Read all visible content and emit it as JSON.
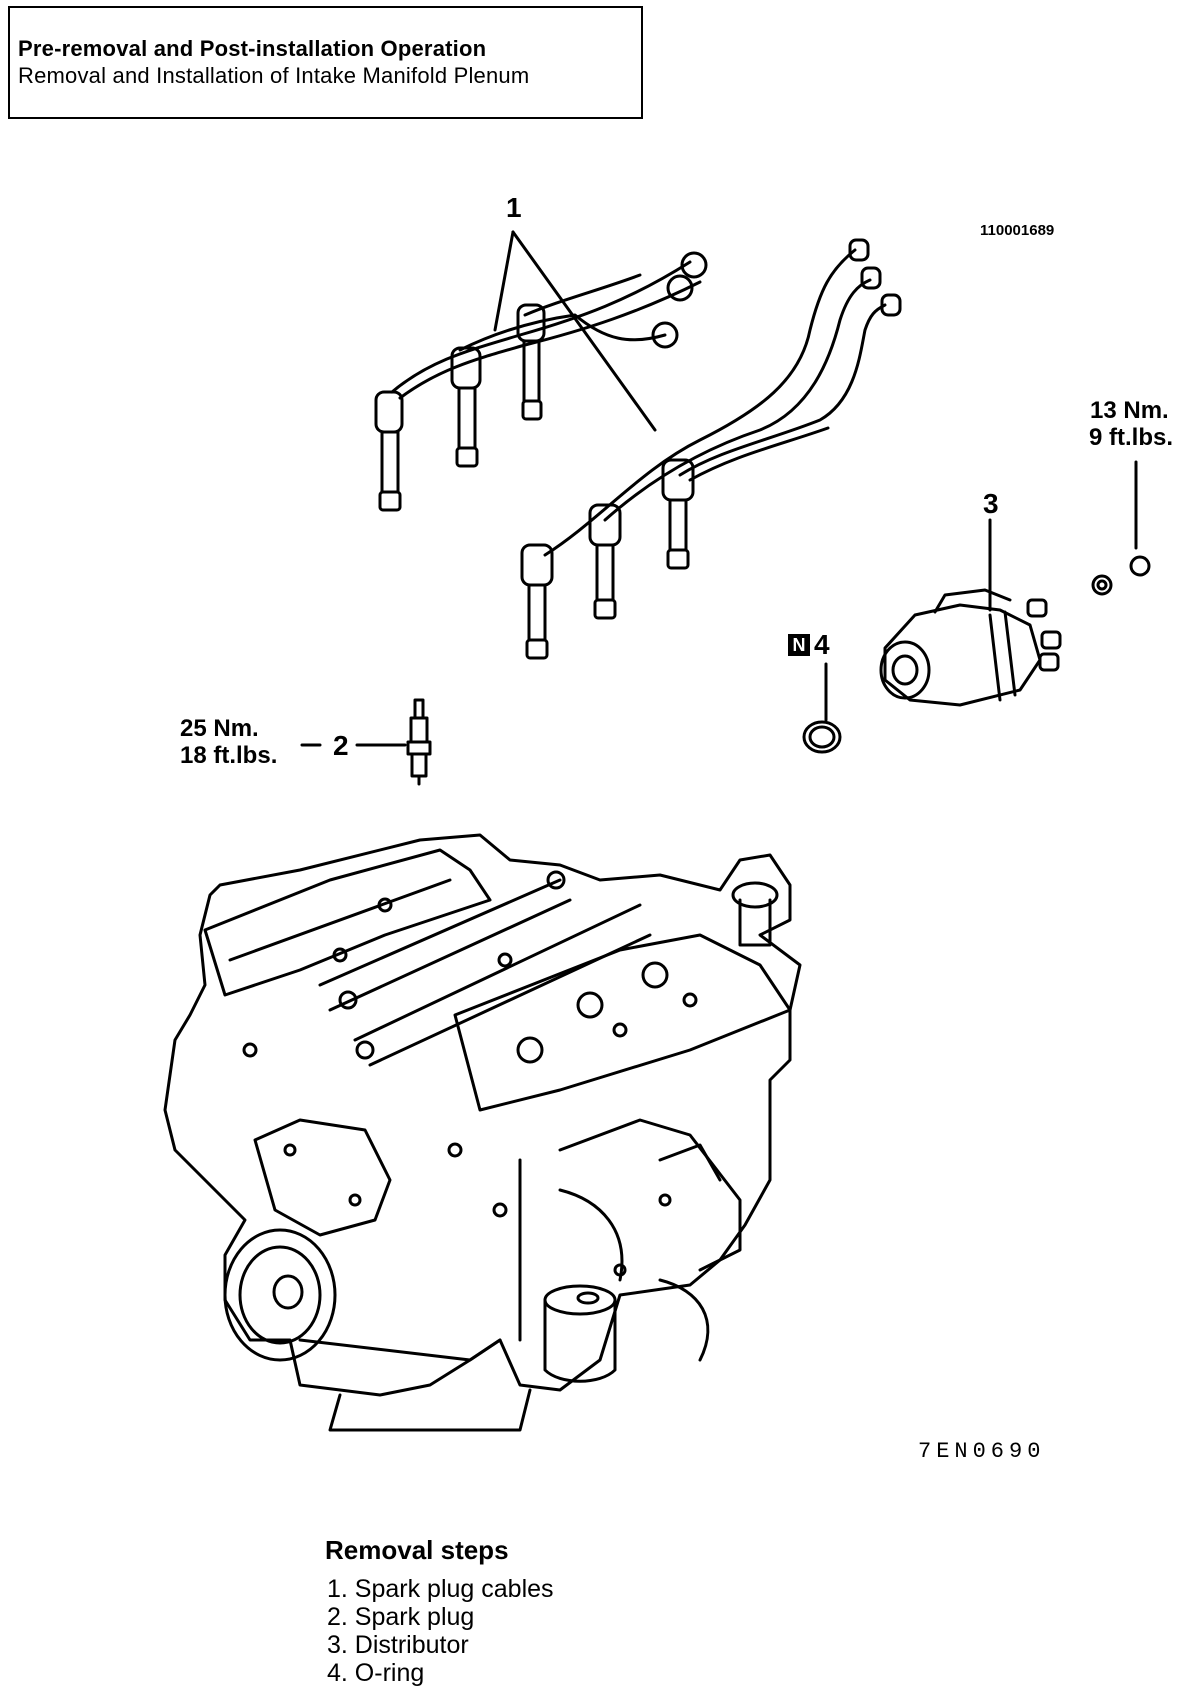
{
  "header": {
    "line1": "Pre-removal and Post-installation Operation",
    "line2": "Removal and Installation of Intake Manifold Plenum"
  },
  "codes": {
    "top": "110001689",
    "bottom": "7EN0690"
  },
  "callouts": {
    "c1": "1",
    "c2": "2",
    "c3": "3",
    "c4": "4",
    "n_mark": "N"
  },
  "torques": {
    "plug_nm": "25 Nm.",
    "plug_ftlb": "18 ft.lbs.",
    "nut_nm": "13 Nm.",
    "nut_ftlb": "9 ft.lbs."
  },
  "legend": {
    "title": "Removal steps",
    "items": [
      "1. Spark plug cables",
      "2. Spark plug",
      "3. Distributor",
      "4. O-ring"
    ]
  }
}
